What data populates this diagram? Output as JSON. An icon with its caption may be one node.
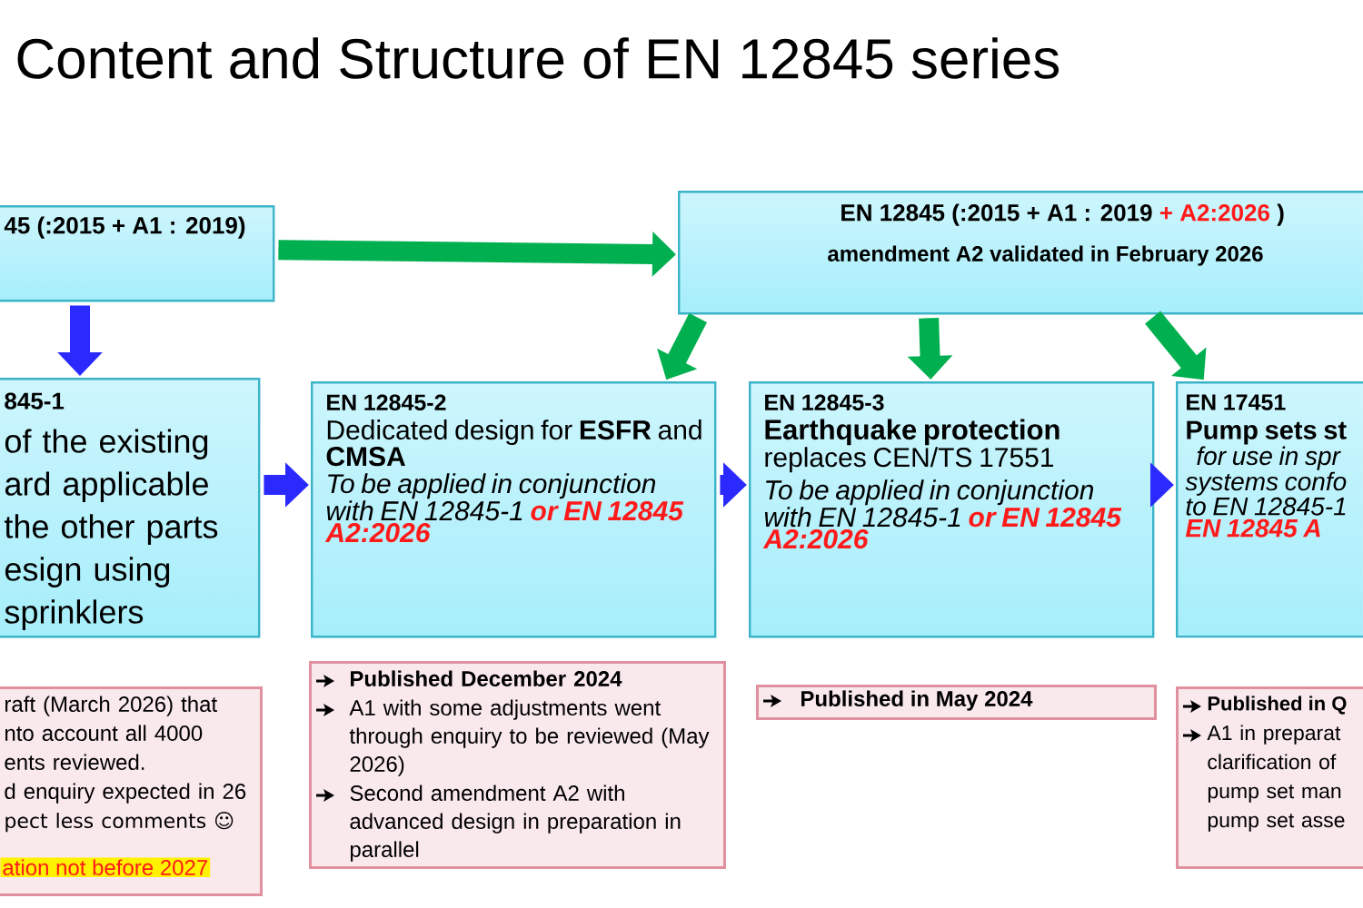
{
  "diagram": {
    "title": "Content and Structure of EN 12845 series",
    "nodes": [
      {
        "text": [
          "45 (:2015 + A1 : 2019)"
        ]
      },
      {
        "text": [
          "EN 12845 (:2015 + A1 : 2019",
          "+ A2:2026",
          ")",
          "amendment A2 validated in February 2026"
        ]
      },
      {
        "text": [
          "845-1",
          "of the existing ard applicable the other parts esign using sprinklers"
        ]
      },
      {
        "text": [
          "EN 12845-2",
          "Dedicated design for **ESFR** and **CMSA**",
          "To be applied in conjunction with EN 12845-1",
          "or EN 12845 A2:2026"
        ]
      },
      {
        "text": [
          "EN 12845-3",
          "Earthquake protection",
          "replaces CEN/TS 17551",
          "To be applied in conjunction with EN 12845-1",
          "or EN 12845 A2:2026"
        ]
      },
      {
        "text": [
          "EN 17451",
          "Pump sets st",
          "for use in spr systems confo to EN 12845-1",
          "EN 12845 A"
        ]
      },
      {
        "text": [
          "raft (March 2026) that nto account all 4000 ents reviewed.",
          "d enquiry expected in 26",
          "pect less comments ☺",
          "ation not before 2027"
        ]
      },
      {
        "text": [
          "Published December 2024",
          "A1 with some adjustments went through enquiry to be reviewed (May 2026)",
          "Second amendment A2 with advanced design in preparation in parallel"
        ]
      },
      {
        "text": [
          "Published in May 2024"
        ]
      },
      {
        "text": [
          "Published in Q",
          "A1 in preparat clarification of pump set man pump set asse"
        ]
      }
    ],
    "edges": [
      {
        "from": 0,
        "to": 1,
        "arrow": "to",
        "color": "#00b050"
      },
      {
        "from": 0,
        "to": 2,
        "arrow": "to",
        "color": "#2a2aff"
      },
      {
        "from": 2,
        "to": 3,
        "arrow": "to",
        "color": "#2a2aff"
      },
      {
        "from": 3,
        "to": 4,
        "arrow": "to",
        "color": "#2a2aff"
      },
      {
        "from": 4,
        "to": 5,
        "arrow": "to",
        "color": "#2a2aff"
      },
      {
        "from": 1,
        "to": 3,
        "arrow": "to",
        "color": "#00b050"
      },
      {
        "from": 1,
        "to": 4,
        "arrow": "to",
        "color": "#00b050"
      },
      {
        "from": 1,
        "to": 5,
        "arrow": "to",
        "color": "#00b050"
      }
    ]
  }
}
